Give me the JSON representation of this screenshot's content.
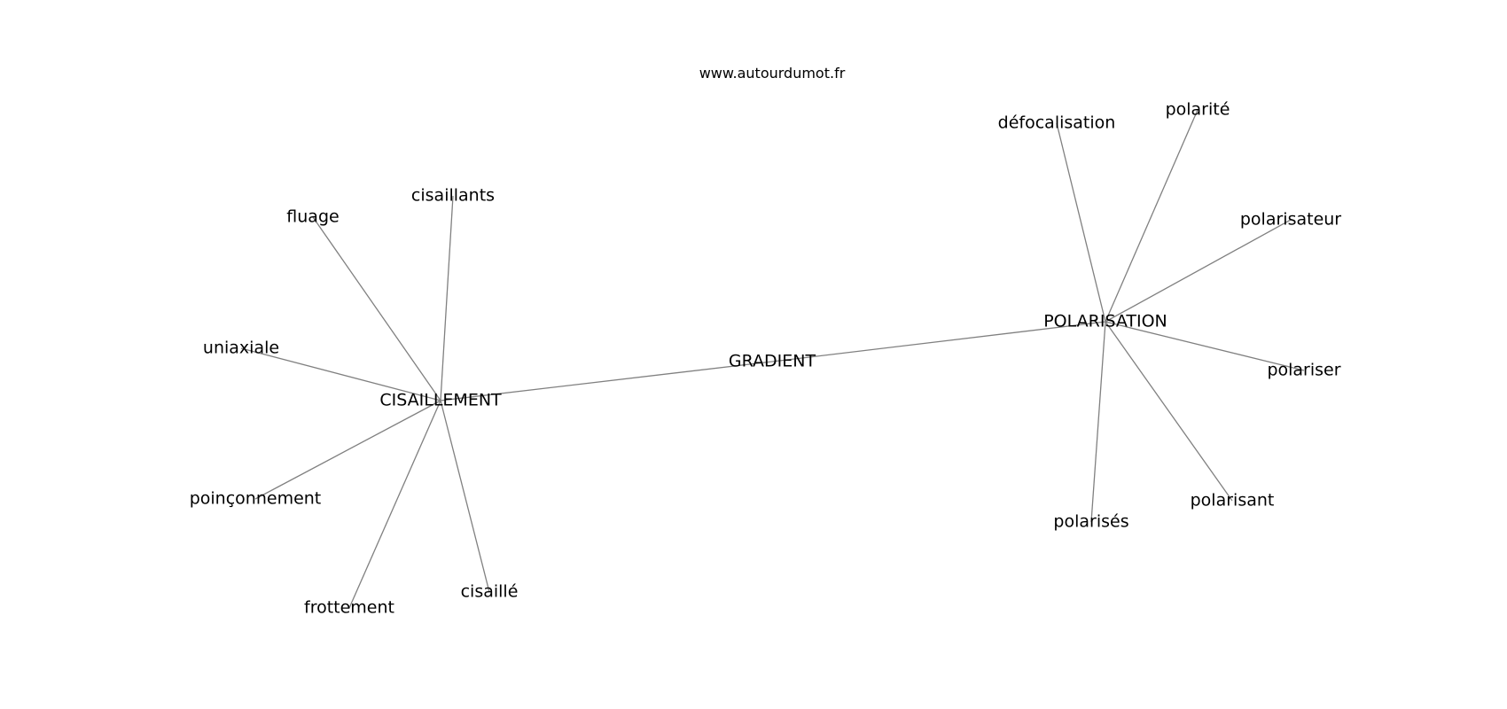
{
  "source": "www.autourdumot.fr",
  "nodes": [
    {
      "id": "gradient",
      "label": "GRADIENT"
    },
    {
      "id": "cisaillement",
      "label": "CISAILLEMENT"
    },
    {
      "id": "polarisation",
      "label": "POLARISATION"
    },
    {
      "id": "cisaillants",
      "label": "cisaillants"
    },
    {
      "id": "fluage",
      "label": "fluage"
    },
    {
      "id": "uniaxiale",
      "label": "uniaxiale"
    },
    {
      "id": "poinconnement",
      "label": "poinçonnement"
    },
    {
      "id": "frottement",
      "label": "frottement"
    },
    {
      "id": "cisaille",
      "label": "cisaillé"
    },
    {
      "id": "defocalisation",
      "label": "défocalisation"
    },
    {
      "id": "polarite",
      "label": "polarité"
    },
    {
      "id": "polarisateur",
      "label": "polarisateur"
    },
    {
      "id": "polariser",
      "label": "polariser"
    },
    {
      "id": "polarisant",
      "label": "polarisant"
    },
    {
      "id": "polarises",
      "label": "polarisés"
    }
  ],
  "edges": [
    [
      "cisaillement",
      "gradient"
    ],
    [
      "gradient",
      "polarisation"
    ],
    [
      "cisaillement",
      "cisaillants"
    ],
    [
      "cisaillement",
      "fluage"
    ],
    [
      "cisaillement",
      "uniaxiale"
    ],
    [
      "cisaillement",
      "poinconnement"
    ],
    [
      "cisaillement",
      "frottement"
    ],
    [
      "cisaillement",
      "cisaille"
    ],
    [
      "polarisation",
      "defocalisation"
    ],
    [
      "polarisation",
      "polarite"
    ],
    [
      "polarisation",
      "polarisateur"
    ],
    [
      "polarisation",
      "polariser"
    ],
    [
      "polarisation",
      "polarisant"
    ],
    [
      "polarisation",
      "polarises"
    ]
  ]
}
